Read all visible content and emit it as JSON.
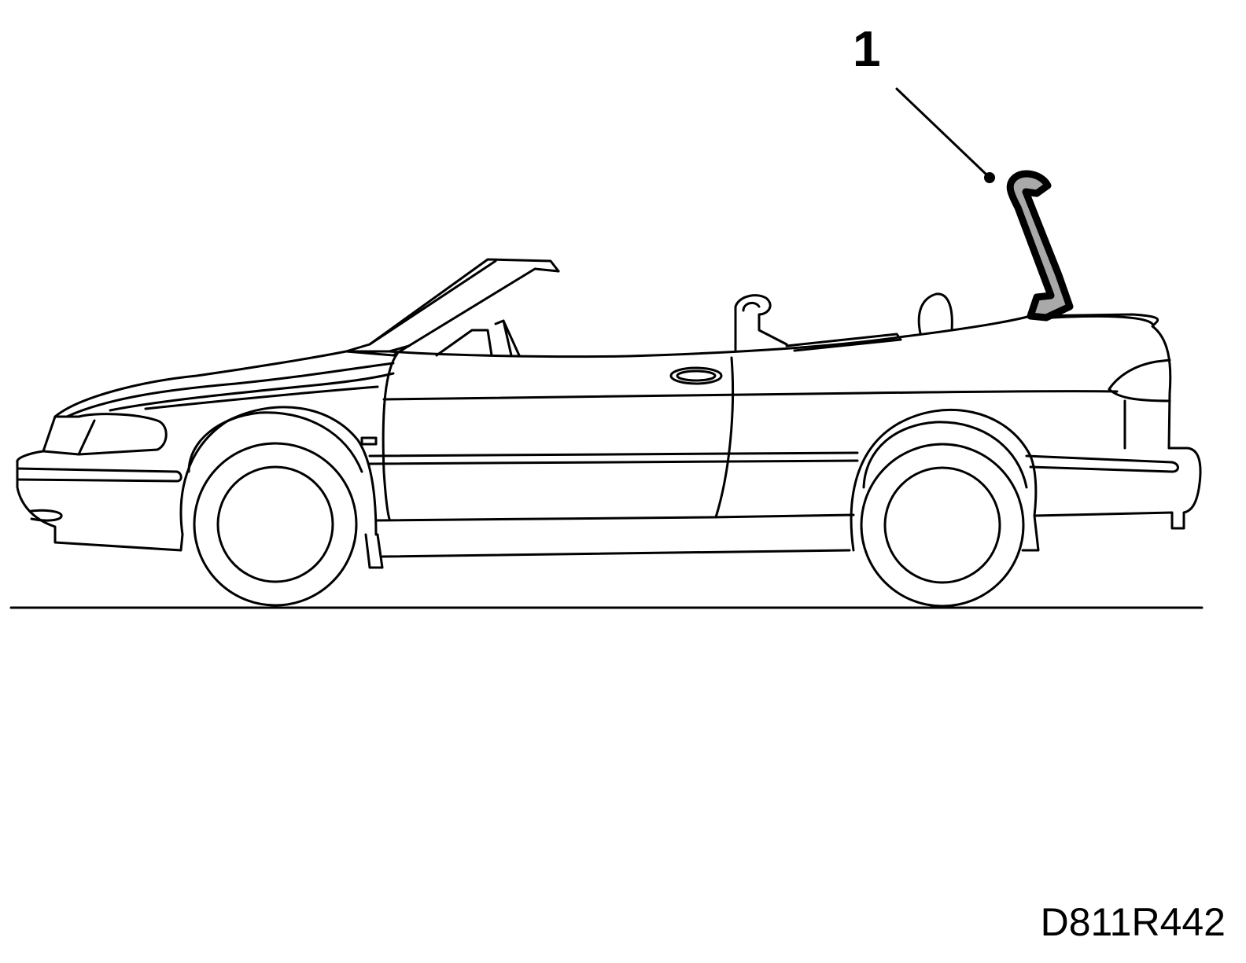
{
  "figure": {
    "callouts": [
      {
        "number": "1",
        "part": "roll-over-bar"
      }
    ],
    "code": "D811R442",
    "colors": {
      "line": "#000000",
      "background": "#ffffff",
      "highlight_fill": "#a9a9a9"
    }
  }
}
